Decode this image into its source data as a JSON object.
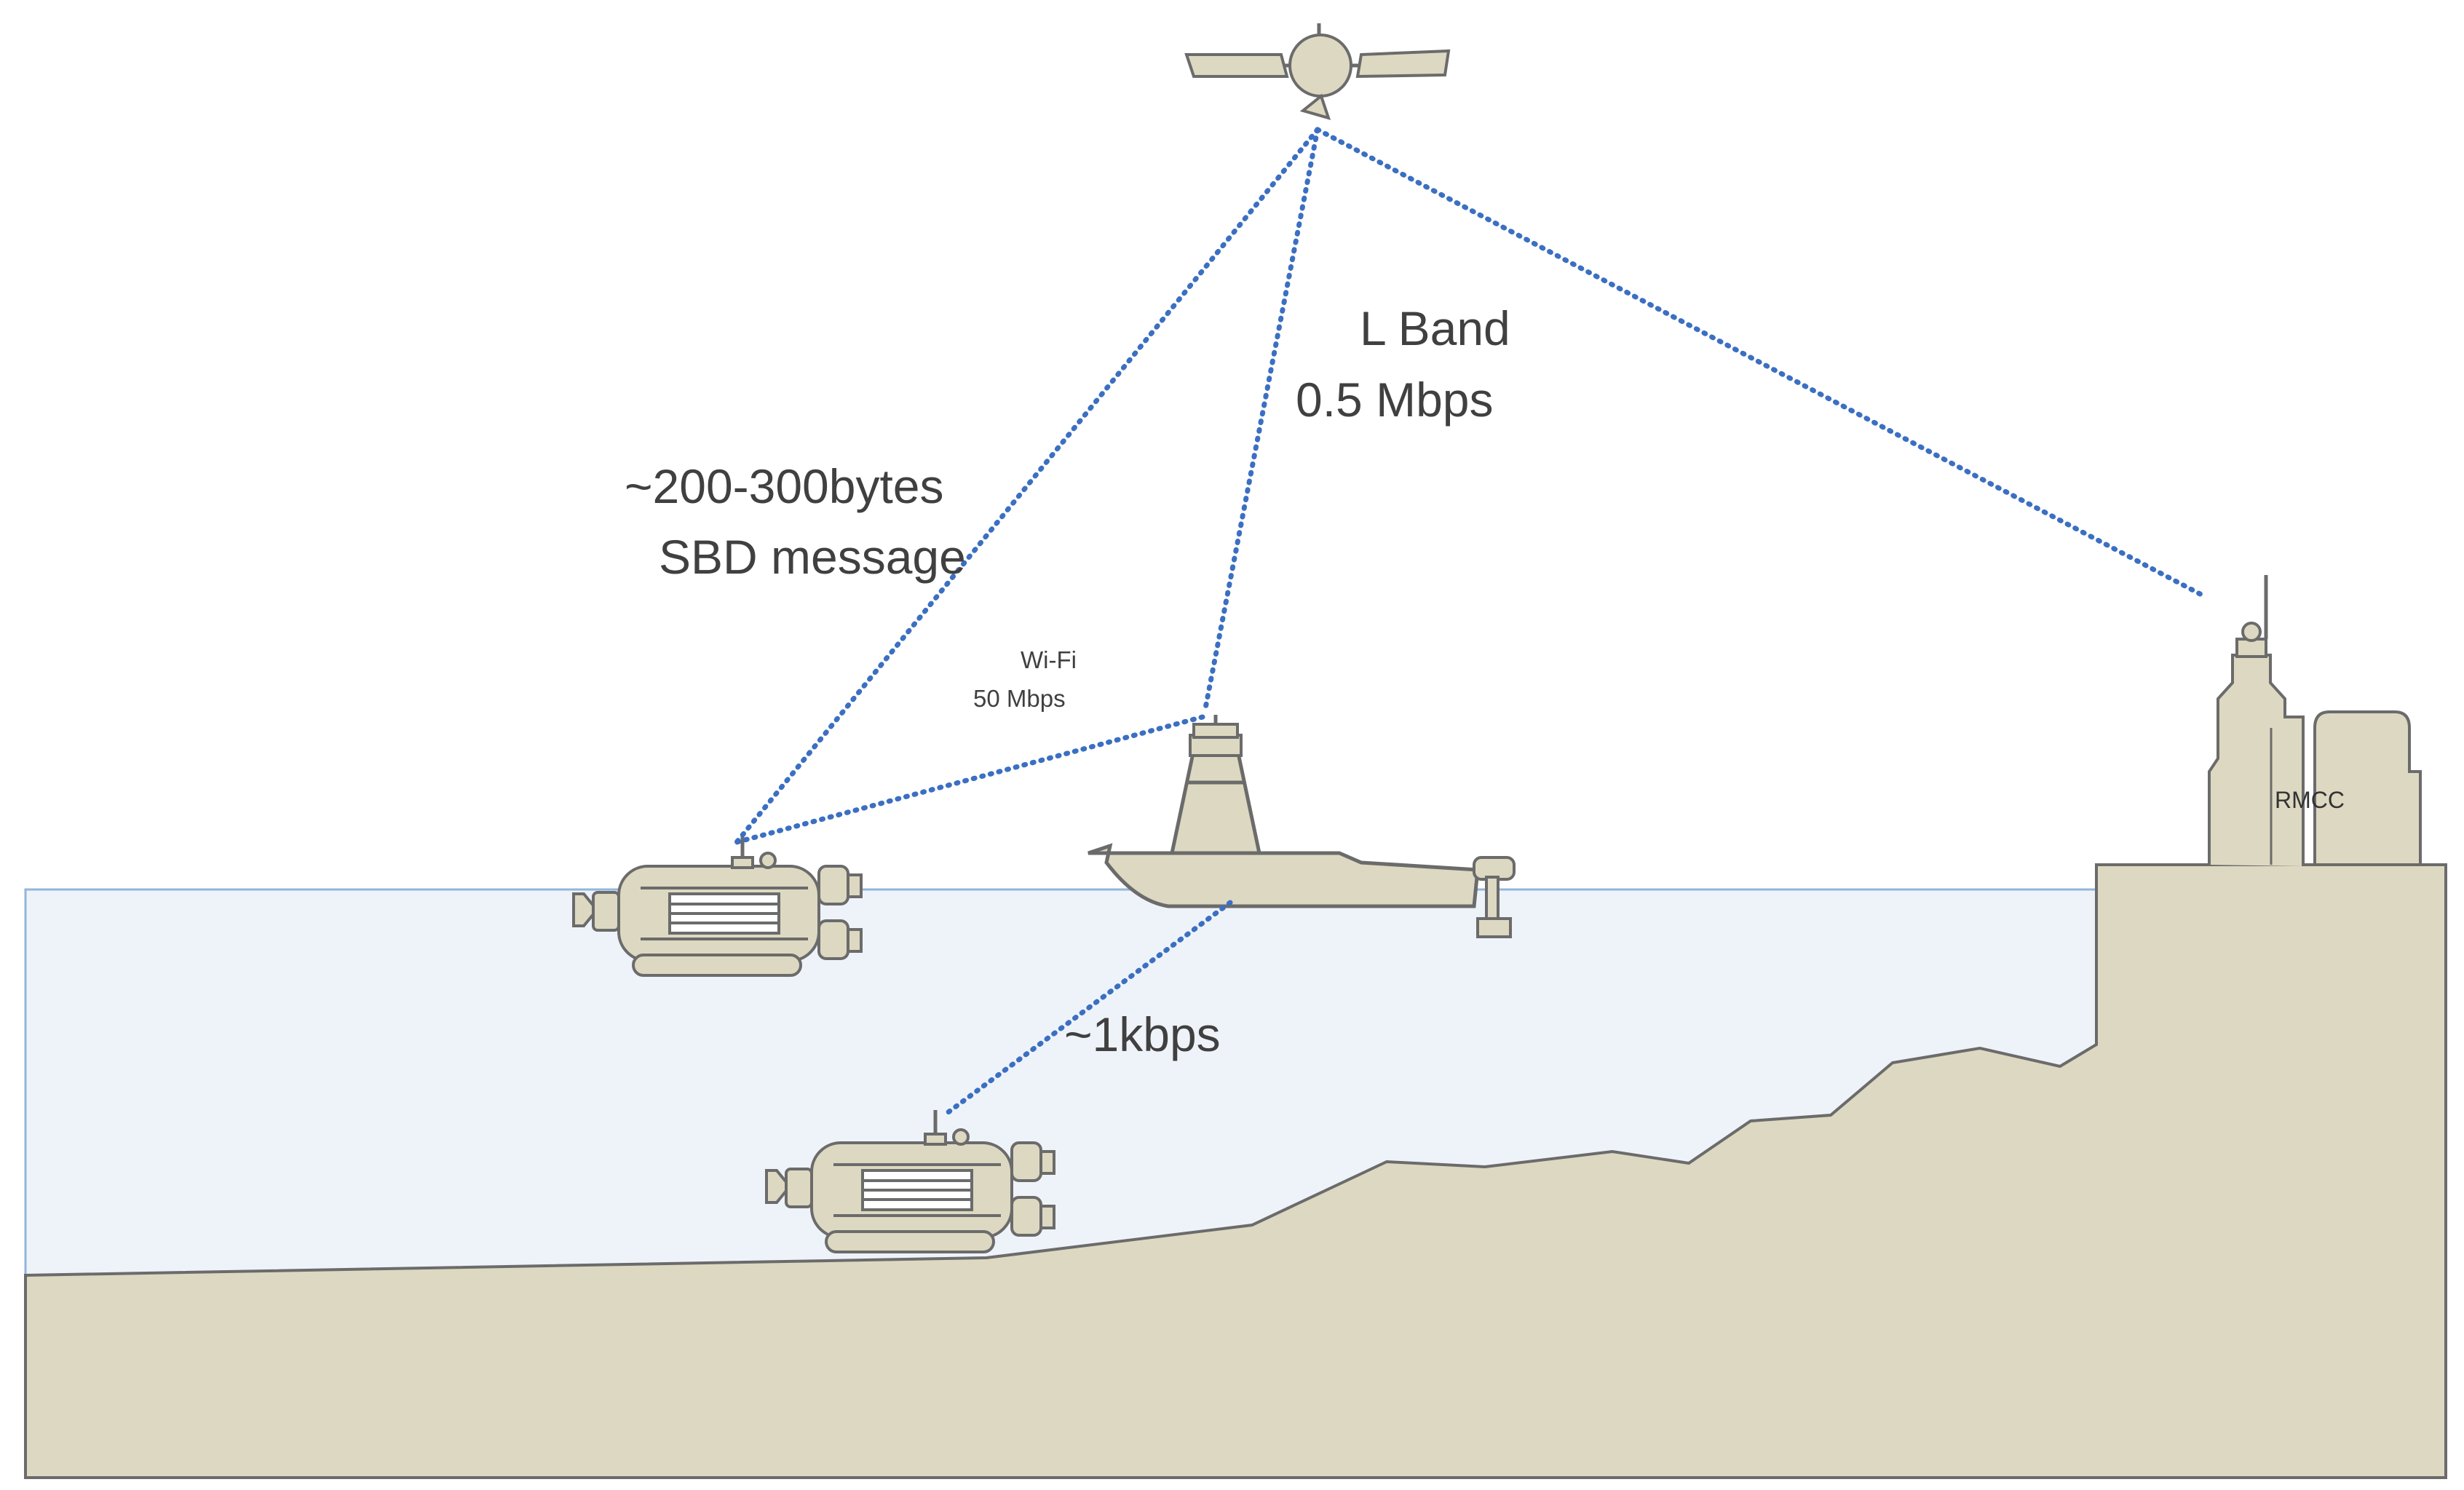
{
  "labels": {
    "l_band": "L Band",
    "l_band_rate": "0.5 Mbps",
    "sbd_size": "~200-300bytes",
    "sbd_message": "SBD message",
    "wifi": "Wi-Fi",
    "wifi_rate": "50 Mbps",
    "acoustic_rate": "~1kbps",
    "rmcc": "RMCC"
  },
  "colors": {
    "water": "#eef3fa",
    "water_edge": "#93b6da",
    "land": "#ddd8c1",
    "land_edge": "#6b6b6b",
    "vehicle": "#ddd8c1",
    "vehicle_edge": "#6b6b6b",
    "link": "#3b6fc2",
    "text": "#404040"
  }
}
